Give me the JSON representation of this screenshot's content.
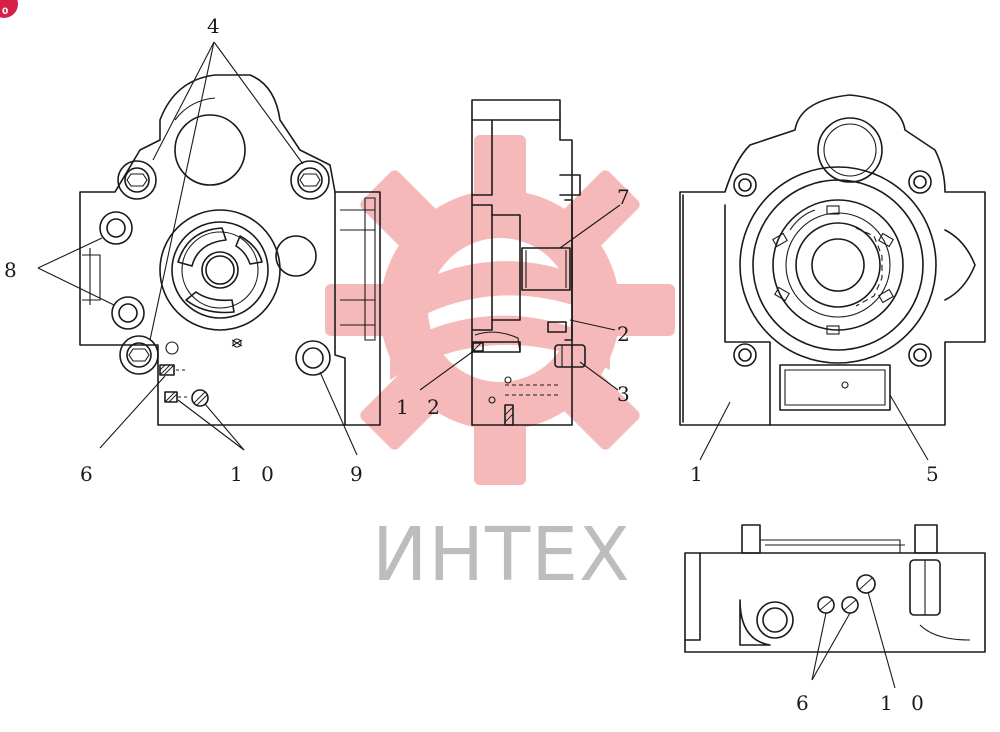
{
  "watermark": {
    "text": "ИНТЕХ",
    "color": "#f08080"
  },
  "badge": {
    "text": "0",
    "color": "#d6204a"
  },
  "callouts": {
    "c4": "4",
    "c8": "8",
    "c6_front": "6",
    "c10_front": "1 0",
    "c9": "9",
    "c7": "7",
    "c2": "2",
    "c3": "3",
    "c12": "1 2",
    "c1": "1",
    "c5": "5",
    "c6_bottom": "6",
    "c10_bottom": "1 0"
  }
}
